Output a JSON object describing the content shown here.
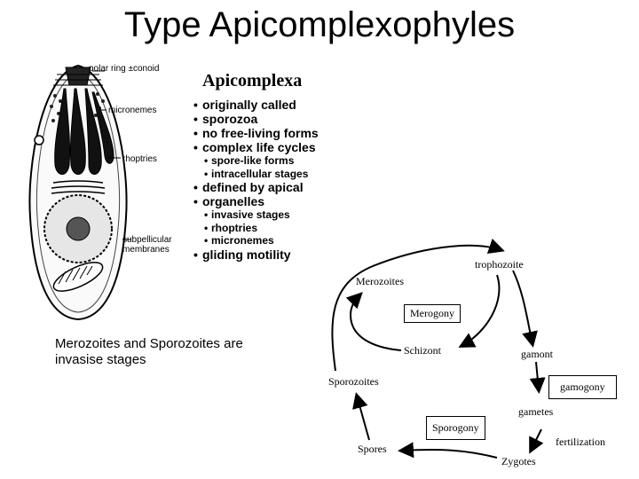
{
  "slide": {
    "title": "Type Apicomplexophyles"
  },
  "cell_labels": {
    "polar_ring": "polar ring ±conoid",
    "micronemes": "micronemes",
    "rhoptries": "rhoptries",
    "subpellicular": "subpellicular membranes"
  },
  "apicomplexa": {
    "heading": "Apicomplexa",
    "bullets": [
      {
        "level": 1,
        "text": "originally called"
      },
      {
        "level": 0,
        "text": "sporozoa"
      },
      {
        "level": 1,
        "text": "no free-living forms"
      },
      {
        "level": 1,
        "text": "complex life cycles"
      },
      {
        "level": 2,
        "text": "spore-like forms"
      },
      {
        "level": 2,
        "text": "intracellular stages"
      },
      {
        "level": 1,
        "text": "defined by apical"
      },
      {
        "level": 0,
        "text": "organelles"
      },
      {
        "level": 2,
        "text": "invasive stages"
      },
      {
        "level": 2,
        "text": "rhoptries"
      },
      {
        "level": 2,
        "text": "micronemes"
      },
      {
        "level": 1,
        "text": "gliding motility"
      }
    ]
  },
  "caption": "Merozoites and Sporozoites are invasise stages",
  "life_cycle": {
    "trophozoite": "trophozoite",
    "merozoites": "Merozoites",
    "merogony": "Merogony",
    "schizont": "Schizont",
    "gamont": "gamont",
    "sporozoites": "Sporozoites",
    "gamogony": "gamogony",
    "gametes": "gametes",
    "sporogony": "Sporogony",
    "fertilization": "fertilization",
    "spores": "Spores",
    "zygotes": "Zygotes"
  }
}
